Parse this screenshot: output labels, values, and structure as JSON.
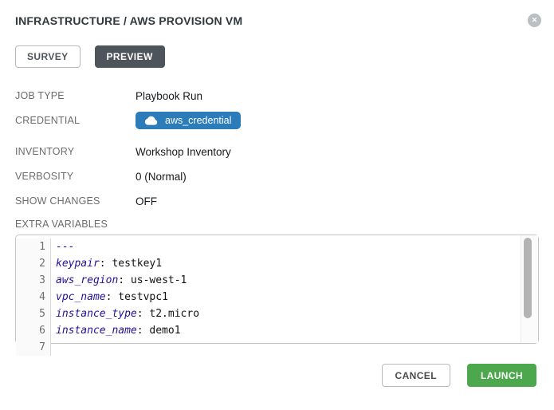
{
  "header": {
    "title": "INFRASTRUCTURE / AWS PROVISION VM",
    "close_glyph": "✕"
  },
  "tabs": [
    {
      "label": "SURVEY",
      "active": false
    },
    {
      "label": "PREVIEW",
      "active": true
    }
  ],
  "details": [
    {
      "label": "JOB TYPE",
      "value": "Playbook Run",
      "type": "text"
    },
    {
      "label": "CREDENTIAL",
      "value": "aws_credential",
      "type": "badge",
      "icon": "cloud-icon"
    },
    {
      "label": "INVENTORY",
      "value": "Workshop Inventory",
      "type": "text"
    },
    {
      "label": "VERBOSITY",
      "value": "0 (Normal)",
      "type": "text"
    },
    {
      "label": "SHOW CHANGES",
      "value": "OFF",
      "type": "text"
    }
  ],
  "extra_variables": {
    "label": "EXTRA VARIABLES",
    "lines": [
      {
        "number": 1,
        "key": "---",
        "value": ""
      },
      {
        "number": 2,
        "key": "keypair",
        "value": "testkey1"
      },
      {
        "number": 3,
        "key": "aws_region",
        "value": "us-west-1"
      },
      {
        "number": 4,
        "key": "vpc_name",
        "value": "testvpc1"
      },
      {
        "number": 5,
        "key": "instance_type",
        "value": "t2.micro"
      },
      {
        "number": 6,
        "key": "instance_name",
        "value": "demo1"
      },
      {
        "number": 7,
        "key": "",
        "value": ""
      }
    ]
  },
  "footer": {
    "cancel_label": "CANCEL",
    "launch_label": "LAUNCH"
  },
  "colors": {
    "badge_blue": "#2b7cb8",
    "tab_active_bg": "#4e545b",
    "launch_green": "#4da74d",
    "yaml_key": "#221199"
  }
}
